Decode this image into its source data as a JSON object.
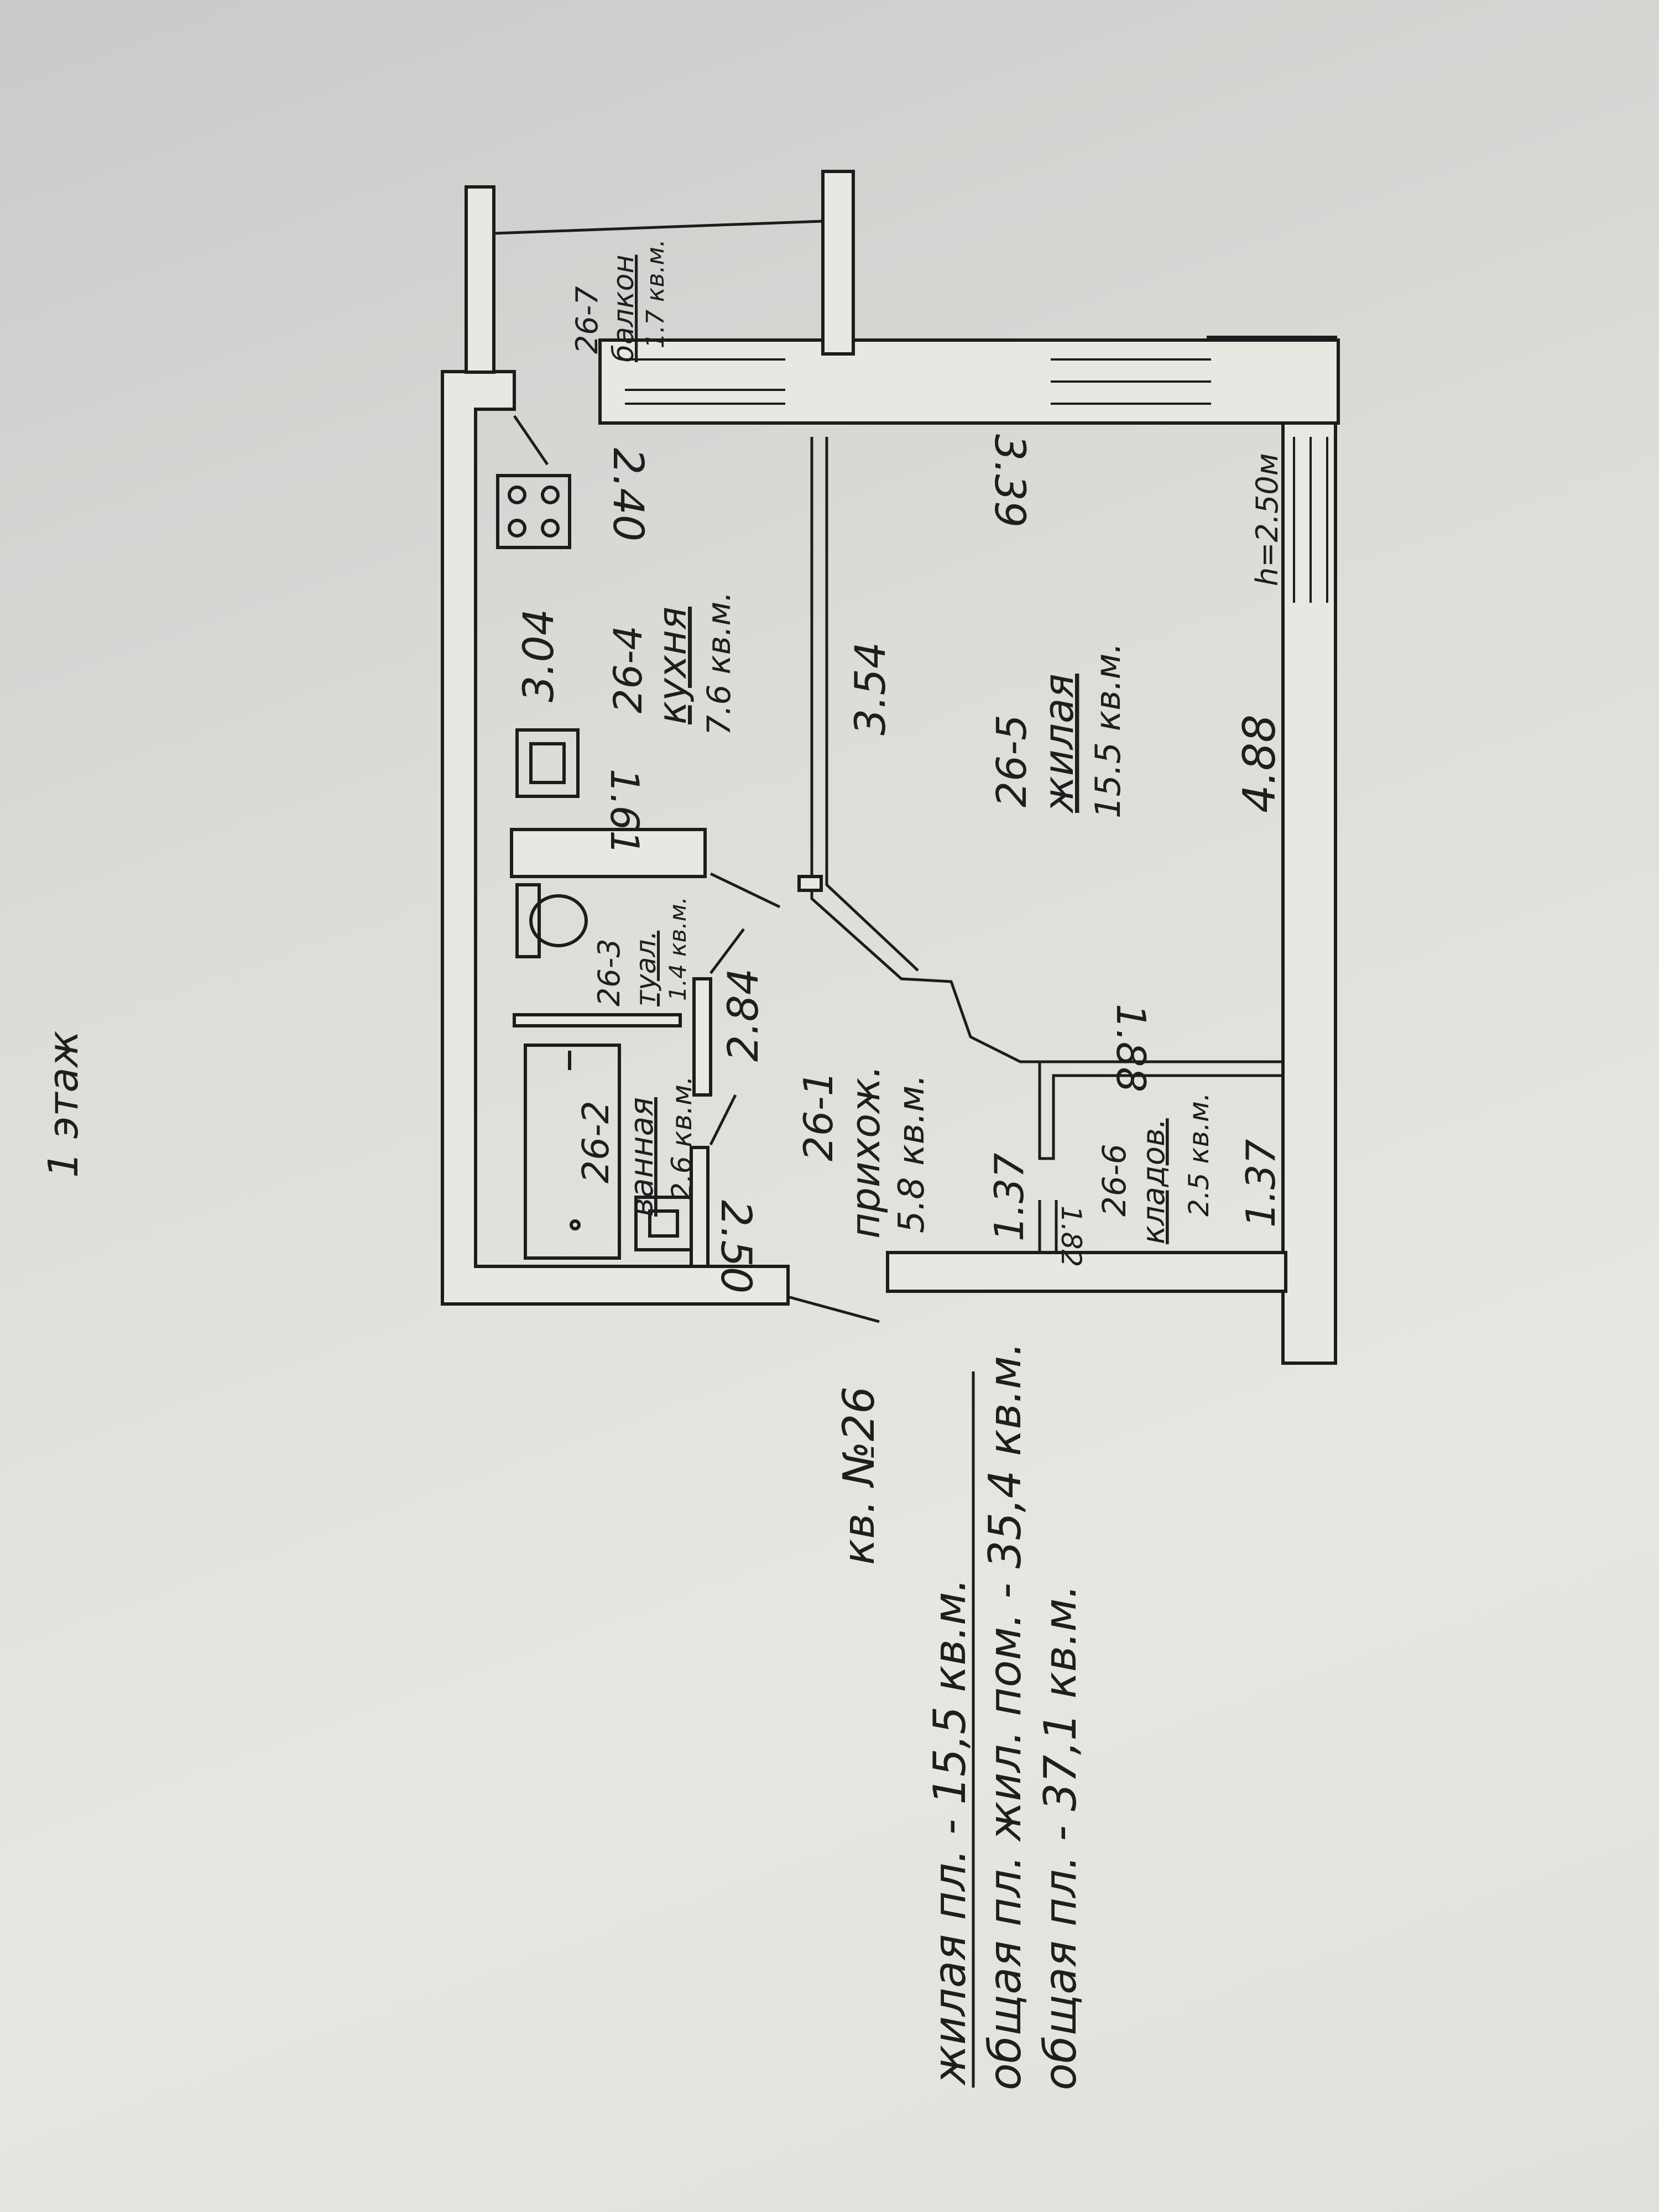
{
  "floor": "1 этаж",
  "apartment": "кв. №26",
  "height": "h=2.50м",
  "rooms": [
    {
      "id": "26-1",
      "name": "прихож.",
      "area": "5.8 кв.м."
    },
    {
      "id": "26-2",
      "name": "ванная",
      "area": "2.6 кв.м."
    },
    {
      "id": "26-3",
      "name": "туал.",
      "area": "1.4 кв.м."
    },
    {
      "id": "26-4",
      "name": "кухня",
      "area": "7.6 кв.м."
    },
    {
      "id": "26-5",
      "name": "жилая",
      "area": "15.5 кв.м."
    },
    {
      "id": "26-6",
      "name": "кладов.",
      "area": "2.5 кв.м."
    },
    {
      "id": "26-7",
      "name": "балкон",
      "area": "1.7 кв.м."
    }
  ],
  "dimensions": {
    "kitchen_length": "3.04",
    "kitchen_width": "2.40",
    "kitchen_inner": "1.61",
    "hall_length": "2.84",
    "hall_width": "2.50",
    "room_length": "4.88",
    "room_inner_length": "3.54",
    "room_width": "3.39",
    "room_step": "1.88",
    "hall_corridor": "1.37",
    "storage_length": "1.37",
    "storage_width": "1.82"
  },
  "summary": {
    "living": "жилая пл. - 15,5 кв.м.",
    "total_living": "общая пл. жил. пом. - 35,4 кв.м.",
    "total": "общая пл. - 37,1 кв.м."
  }
}
